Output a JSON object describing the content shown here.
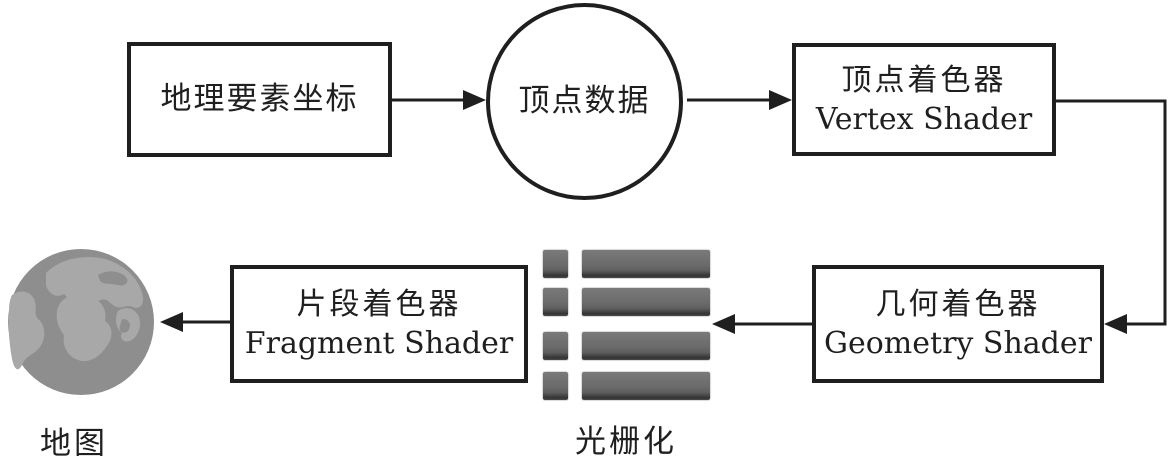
{
  "diagram": {
    "nodes": {
      "geo_coords": {
        "label": "地理要素坐标"
      },
      "vertex_data": {
        "label": "顶点数据"
      },
      "vertex_shader": {
        "label_cn": "顶点着色器",
        "label_en": "Vertex Shader"
      },
      "geometry_shader": {
        "label_cn": "几何着色器",
        "label_en": "Geometry Shader"
      },
      "fragment_shader": {
        "label_cn": "片段着色器",
        "label_en": "Fragment Shader"
      },
      "rasterization": {
        "label": "光栅化",
        "rows": 4
      },
      "map": {
        "label": "地图"
      }
    },
    "colors": {
      "stroke": "#1f1f1f",
      "bar_fill": "#6c6c6c",
      "bar_shadow": "#343434",
      "globe_base": "#8e8e8e",
      "globe_land": "#a8a8a8"
    }
  }
}
